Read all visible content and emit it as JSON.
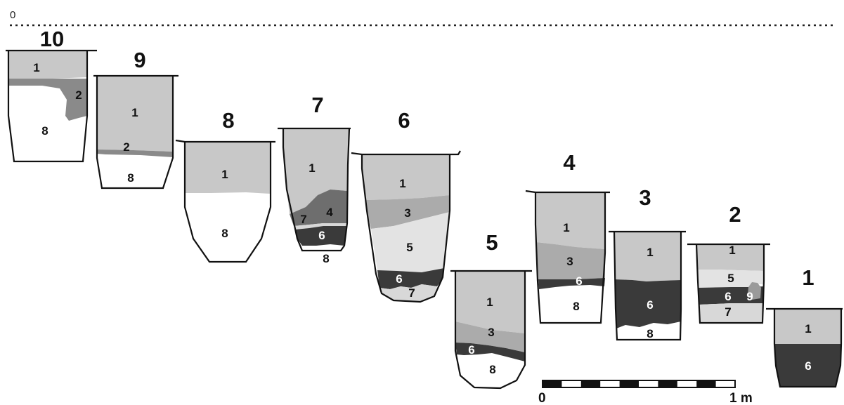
{
  "datum_label": "0",
  "scale_bar": {
    "start_label": "0",
    "end_label": "1 m"
  },
  "layer_colors": {
    "1": "#c8c8c8",
    "2": "#8a8a8a",
    "3": "#ababab",
    "4": "#6e6e6e",
    "5": "#e3e3e3",
    "6": "#3a3a3a",
    "7": "#d8d8d8",
    "8": "#ffffff",
    "9": "#9a9a9a"
  },
  "pits": [
    {
      "id": "10",
      "layers": [
        "1",
        "2",
        "8"
      ]
    },
    {
      "id": "9",
      "layers": [
        "1",
        "2",
        "8"
      ]
    },
    {
      "id": "8",
      "layers": [
        "1",
        "8"
      ]
    },
    {
      "id": "7",
      "layers": [
        "1",
        "4",
        "7",
        "6",
        "8"
      ]
    },
    {
      "id": "6",
      "layers": [
        "1",
        "3",
        "5",
        "6",
        "7"
      ]
    },
    {
      "id": "5",
      "layers": [
        "1",
        "3",
        "6",
        "8"
      ]
    },
    {
      "id": "4",
      "layers": [
        "1",
        "3",
        "6",
        "8"
      ]
    },
    {
      "id": "3",
      "layers": [
        "1",
        "6",
        "8"
      ]
    },
    {
      "id": "2",
      "layers": [
        "1",
        "5",
        "6",
        "9",
        "7"
      ]
    },
    {
      "id": "1",
      "layers": [
        "1",
        "6"
      ]
    }
  ]
}
